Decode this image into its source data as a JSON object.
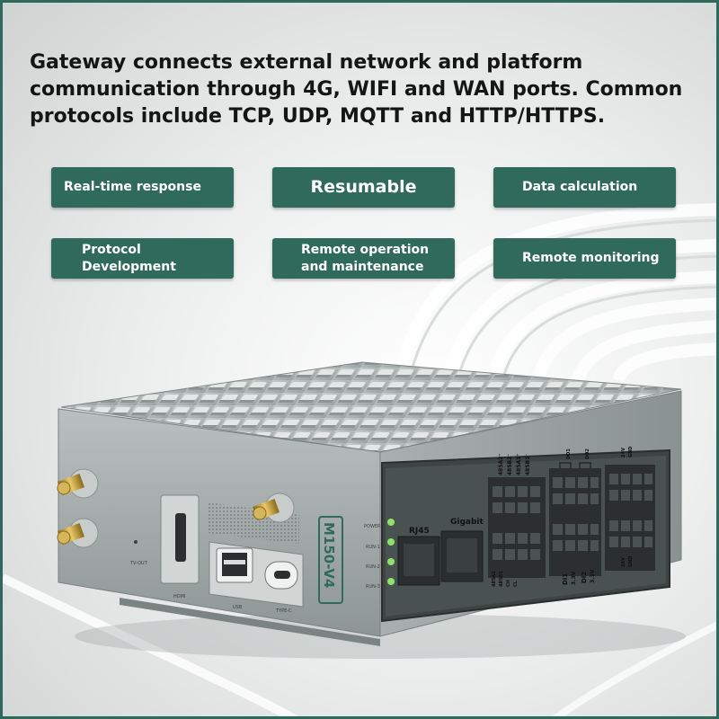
{
  "headline": "Gateway connects external network and platform communication through 4G, WIFI and WAN ports. Common protocols include TCP, UDP, MQTT and HTTP/HTTPS.",
  "features": [
    "Real-time response",
    "Resumable",
    "Data calculation",
    "Protocol\nDevelopment",
    "Remote operation\nand maintenance",
    "Remote monitoring"
  ],
  "colors": {
    "badge": "#2f6a5d",
    "border": "#2e6a5c",
    "led": "#8fe36a"
  },
  "device": {
    "model": "M150-V4",
    "port_labels": {
      "tv_out": "TV-OUT",
      "hdmi": "HDMI",
      "usb": "USB",
      "type_c": "TYPE-C",
      "rj45": "RJ45",
      "gigabit": "Gigabit"
    },
    "leds": [
      "POWER",
      "RUN-1",
      "RUN-2",
      "RUN-3"
    ],
    "terminal_top": [
      "485A2⁺",
      "485B2⁻",
      "485A1⁺",
      "485B1⁻"
    ],
    "terminal_bottom": [
      "485A2",
      "485B1",
      "CH",
      "CL"
    ],
    "do_labels": [
      "DO1",
      "DO2"
    ],
    "di_labels": [
      "DI1",
      "3.3V",
      "DI2",
      "3.3V"
    ],
    "power_top": [
      "24V",
      "GND"
    ],
    "power_bottom": [
      "24V",
      "GND"
    ]
  }
}
